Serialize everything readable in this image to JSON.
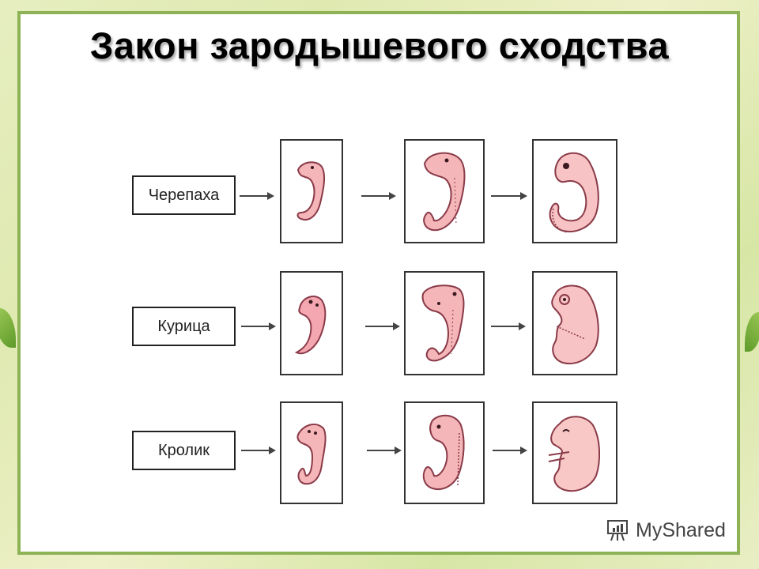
{
  "slide": {
    "title": "Закон зародышевого сходства",
    "watermark": "MyShared",
    "colors": {
      "frame_border": "#8db356",
      "embryo_fill": "#f4b6b8",
      "embryo_outline": "#8a3a48"
    }
  },
  "rows": [
    {
      "label": "Черепаха",
      "stages": [
        "turtle-embryo-stage-1",
        "turtle-embryo-stage-2",
        "turtle-embryo-stage-3"
      ]
    },
    {
      "label": "Курица",
      "stages": [
        "chicken-embryo-stage-1",
        "chicken-embryo-stage-2",
        "chicken-embryo-stage-3"
      ]
    },
    {
      "label": "Кролик",
      "stages": [
        "rabbit-embryo-stage-1",
        "rabbit-embryo-stage-2",
        "rabbit-embryo-stage-3"
      ]
    }
  ]
}
